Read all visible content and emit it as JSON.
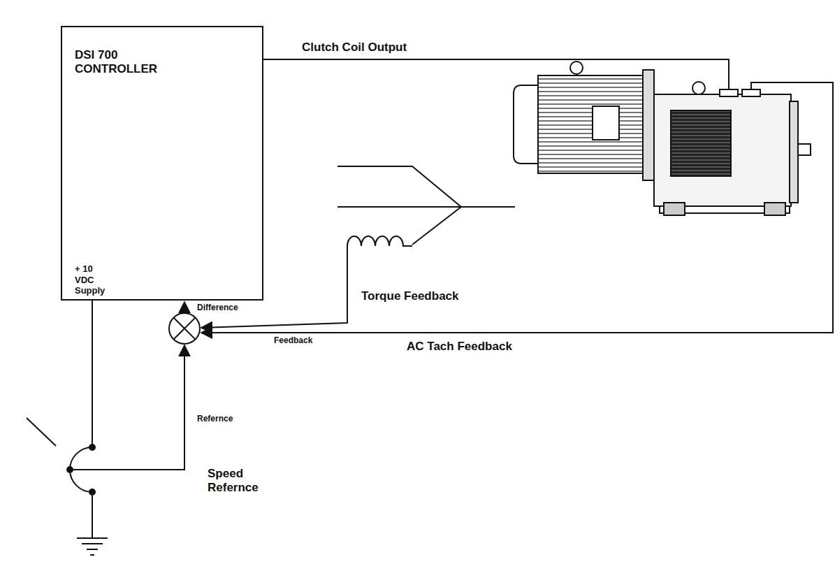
{
  "diagram": {
    "nodes": [
      {
        "text": [
          "DSI 700 CONTROLLER",
          "+ 10 VDC Supply"
        ]
      }
    ],
    "labels": [
      "Clutch Coil Output",
      "Torque Feedback",
      "Difference",
      "AC Tach Feedback",
      "Feedback",
      "Refernce",
      "Speed Refernce"
    ]
  }
}
